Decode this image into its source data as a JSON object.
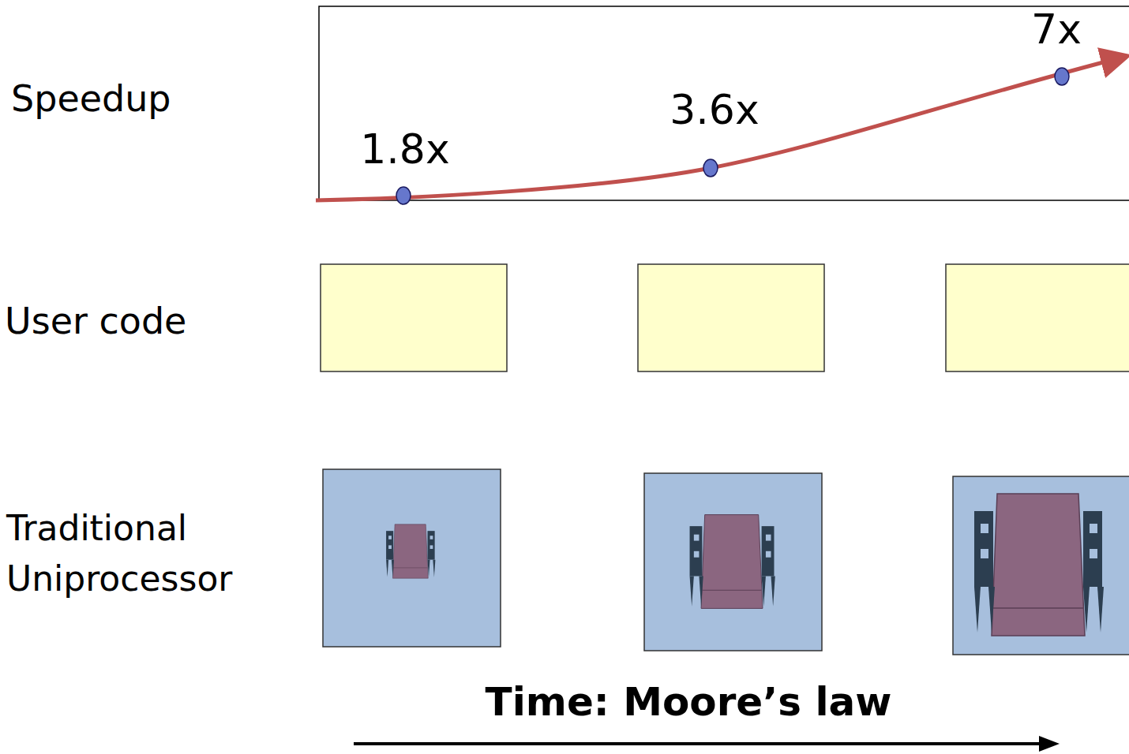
{
  "diagram": {
    "labels": [
      "Speedup",
      "1.8x",
      "3.6x",
      "7x",
      "User code",
      "Traditional Uniprocessor",
      "Time: Moore’s law"
    ]
  }
}
